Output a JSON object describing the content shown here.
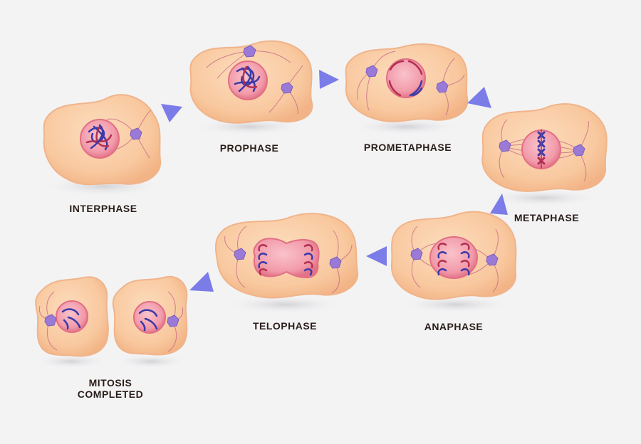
{
  "stages": [
    {
      "key": "interphase",
      "label": "INTERPHASE"
    },
    {
      "key": "prophase",
      "label": "PROPHASE"
    },
    {
      "key": "prometaphase",
      "label": "PROMETAPHASE"
    },
    {
      "key": "metaphase",
      "label": "METAPHASE"
    },
    {
      "key": "anaphase",
      "label": "ANAPHASE"
    },
    {
      "key": "telophase",
      "label": "TELOPHASE"
    },
    {
      "key": "completed",
      "label_line1": "MITOSIS",
      "label_line2": "COMPLETED"
    }
  ],
  "colors": {
    "background": "#f3f3f4",
    "cell_fill": "#f9c9a0",
    "cell_edge": "#f0b48a",
    "nucleus": "#f3a0ad",
    "nucleus_edge": "#e26f84",
    "chromosome_blue": "#3a3aa8",
    "chromosome_red": "#b23050",
    "centrosome": "#9a7ad6",
    "spindle": "#c66a85",
    "arrow": "#7b7ce8",
    "shadow": "#dcdcdf"
  }
}
